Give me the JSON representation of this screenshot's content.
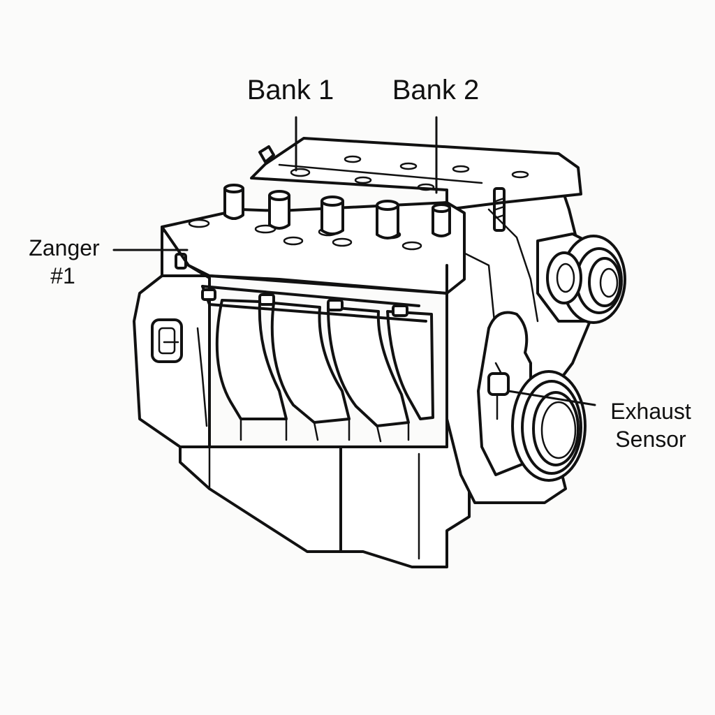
{
  "diagram": {
    "labels": {
      "bank1": "Bank 1",
      "bank2": "Bank 2",
      "sensor_line1": "Zanger",
      "sensor_line2": "#1",
      "exhaust_line1": "Exhaust",
      "exhaust_line2": "Sensor"
    },
    "colors": {
      "background": "#fbfbfa",
      "line": "#111111",
      "fill": "#ffffff"
    }
  }
}
